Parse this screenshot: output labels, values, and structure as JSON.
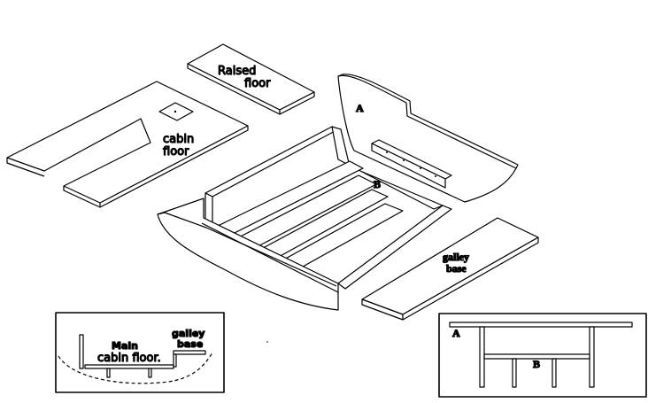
{
  "labels": {
    "raised_floor_line1": "Raised",
    "raised_floor_line2": "floor",
    "cabin_floor_line1": "cabin",
    "cabin_floor_line2": "floor",
    "part_a": "A",
    "part_b": "B",
    "galley_base_line1": "galley",
    "galley_base_line2": "base"
  },
  "inset_left": {
    "main_label": "Main",
    "cabin_floor_label": "cabin floor.",
    "galley_line1": "galley",
    "galley_line2": "base"
  },
  "inset_right": {
    "part_a": "A",
    "part_b": "B"
  }
}
